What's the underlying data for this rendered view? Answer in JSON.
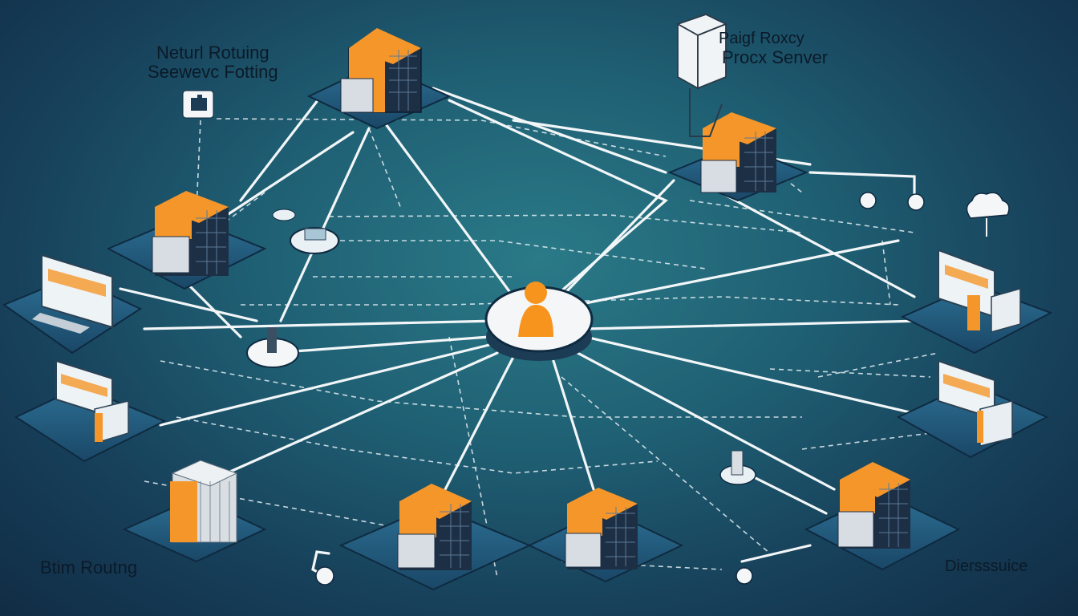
{
  "labels": {
    "top_left_line1": "Neturl Rotuing",
    "top_left_line2": "Seewevc Fotting",
    "top_right_line1": "Paigf Roxcy",
    "top_right_line2": "Procx Senver",
    "bottom_left": "Btim Routng",
    "bottom_right": "Diersssuice"
  },
  "colors": {
    "background_center": "#2a7a88",
    "background_edge": "#112c45",
    "server_orange": "#f5962a",
    "server_dark": "#1d2f45",
    "link_white": "#f2f6f8",
    "hub_orange": "#f7941d"
  },
  "icons": {
    "central_hub": "user-hub-icon",
    "servers": "server-stack-icon",
    "clients": "desktop-computer-icon",
    "proxy": "proxy-box-icon",
    "cloud": "cloud-icon",
    "router": "router-icon"
  }
}
